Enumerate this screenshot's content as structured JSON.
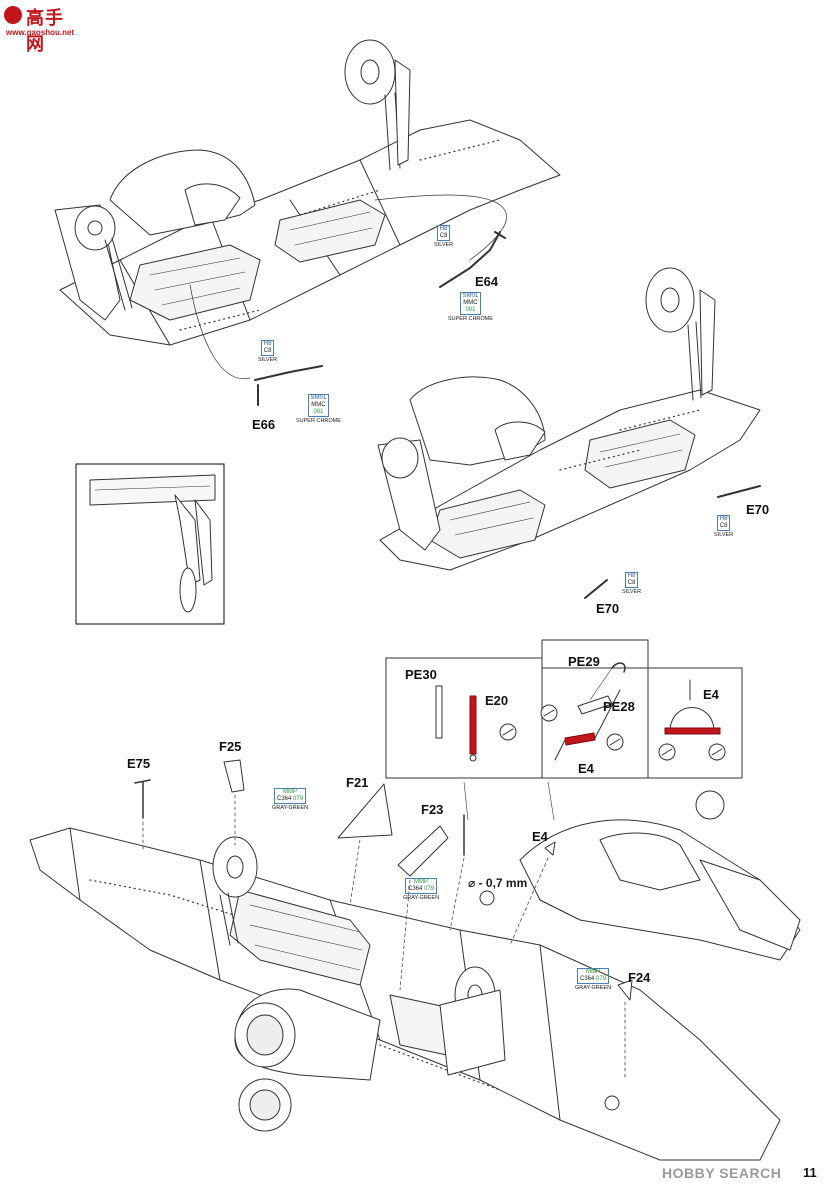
{
  "watermark": {
    "site_name": "高手网",
    "site_url": "www.gaoshou.net",
    "bottom_mark": "HOBBY SEARCH"
  },
  "page": {
    "number": "11"
  },
  "colors": {
    "accent_red": "#c3161c",
    "chip_blue": "#2a62a8",
    "chip_green": "#2b9a3a",
    "line": "#333333"
  },
  "parts": {
    "e64": "E64",
    "e66": "E66",
    "e70a": "E70",
    "e70b": "E70",
    "pe30": "PE30",
    "e20": "E20",
    "pe29": "PE29",
    "pe28": "PE28",
    "e4_box": "E4",
    "e4_detail": "E4",
    "e4_main": "E4",
    "e75": "E75",
    "f25": "F25",
    "f21": "F21",
    "f23": "F23",
    "f24": "F24"
  },
  "drill": {
    "text": "- 0,7 mm",
    "symbol": "⌀"
  },
  "chips": {
    "silver_e64": {
      "code1": "H8",
      "code2": "C8",
      "name": "SILVER"
    },
    "chrome_e64": {
      "code1": "SM01",
      "code2": "MMC",
      "code3": "001",
      "name": "SUPER CHROME"
    },
    "silver_e66": {
      "code1": "H8",
      "code2": "C8",
      "name": "SILVER"
    },
    "chrome_e66": {
      "code1": "SM01",
      "code2": "MMC",
      "code3": "001",
      "name": "SUPER CHROME"
    },
    "silver_e70a": {
      "code1": "H8",
      "code2": "C8",
      "name": "SILVER"
    },
    "silver_e70b": {
      "code1": "H8",
      "code2": "C8",
      "name": "SILVER"
    },
    "gg_f25": {
      "code1": "MMP",
      "code2": "C364",
      "code3": "079",
      "name": "GRAY-GREEN"
    },
    "gg_f23": {
      "code1": "MMP",
      "code2": "C364",
      "code3": "079",
      "name": "GRAY-GREEN"
    },
    "gg_f24": {
      "code1": "MMP",
      "code2": "C364",
      "code3": "079",
      "name": "GRAY-GREEN"
    }
  }
}
